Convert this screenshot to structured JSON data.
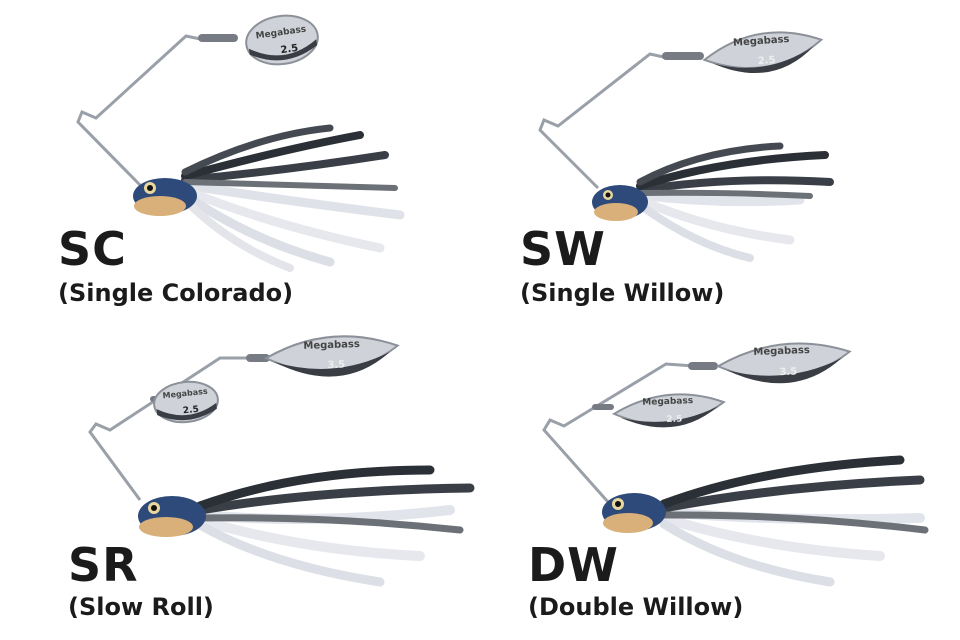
{
  "variants": [
    {
      "code": "SC",
      "description": "(Single Colorado)",
      "blades": [
        {
          "brand": "Megabass",
          "size": "2.5"
        }
      ]
    },
    {
      "code": "SW",
      "description": "(Single Willow)",
      "blades": [
        {
          "brand": "Megabass",
          "size": "2.5"
        }
      ]
    },
    {
      "code": "SR",
      "description": "(Slow Roll)",
      "blades": [
        {
          "brand": "Megabass",
          "size": "3.5"
        },
        {
          "brand": "Megabass",
          "size": "2.5"
        }
      ]
    },
    {
      "code": "DW",
      "description": "(Double Willow)",
      "blades": [
        {
          "brand": "Megabass",
          "size": "3.5"
        },
        {
          "brand": "Megabass",
          "size": "2.5"
        }
      ]
    }
  ],
  "colors": {
    "head_blue": "#2d4a7a",
    "head_belly": "#d9b07a",
    "skirt_dark": "#2b2f36",
    "skirt_light": "#d6d9e0",
    "blade_silver": "#cfd3d9",
    "label_text": "#1b1b1b"
  }
}
